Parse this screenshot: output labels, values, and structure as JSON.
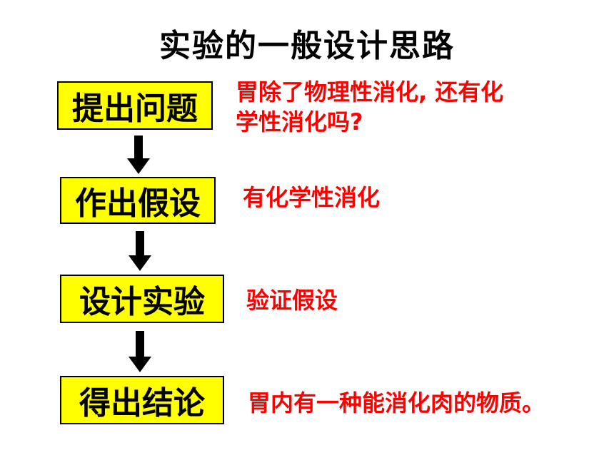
{
  "title": "实验的一般设计思路",
  "steps": [
    {
      "label": "提出问题",
      "note_lines": [
        "胃除了物理性消化, 还有化",
        "学性消化吗?"
      ]
    },
    {
      "label": "作出假设",
      "note_lines": [
        "有化学性消化"
      ]
    },
    {
      "label": "设计实验",
      "note_lines": [
        "验证假设"
      ]
    },
    {
      "label": "得出结论",
      "note_lines": [
        "胃内有一种能消化肉的物质。"
      ]
    }
  ],
  "colors": {
    "box_fill": "#ffff00",
    "note_text": "#ff0000",
    "arrow": "#000000"
  }
}
